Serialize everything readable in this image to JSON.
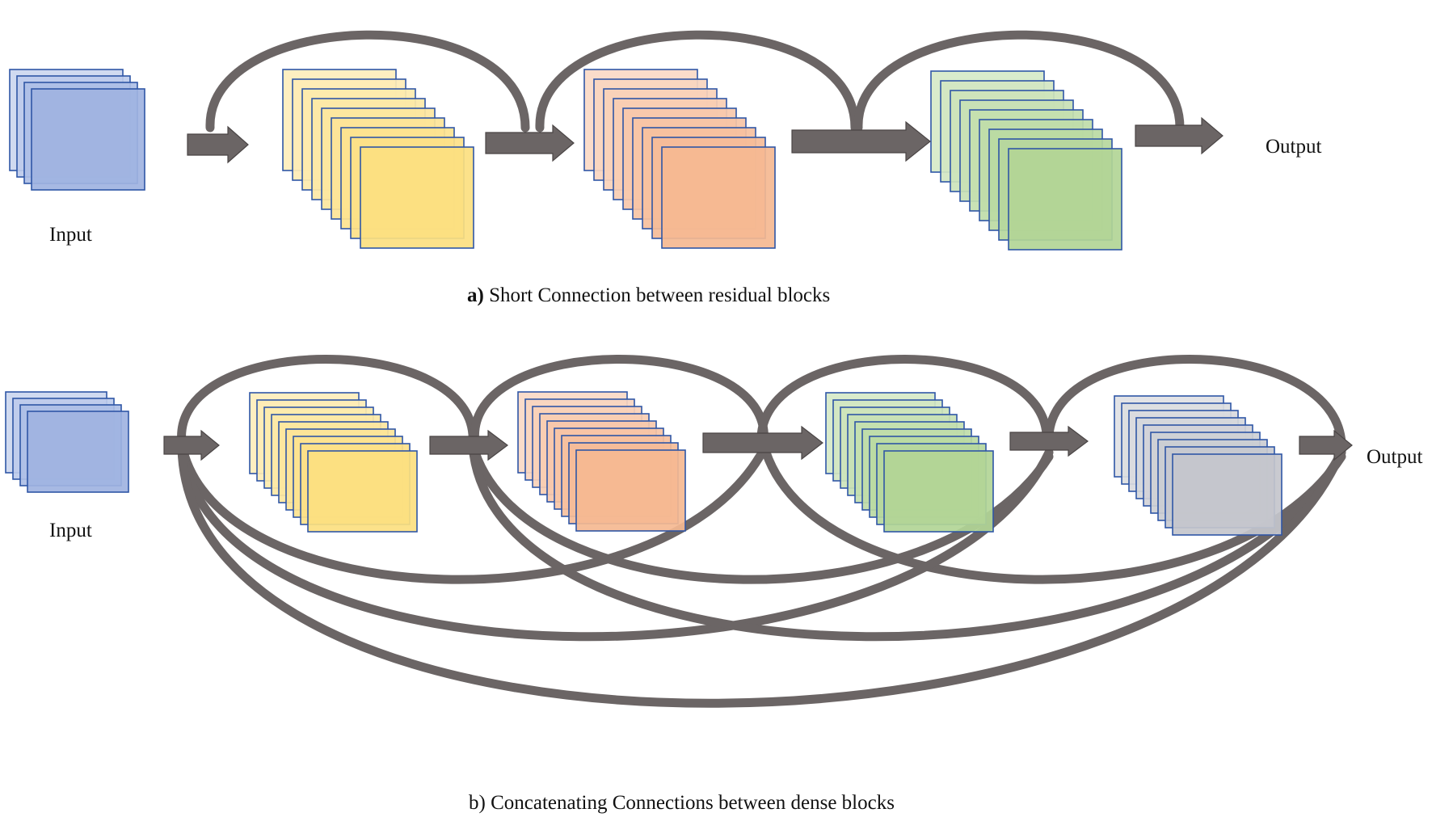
{
  "panel_a": {
    "input_label": "Input",
    "output_label": "Output",
    "caption_prefix": "a)",
    "caption_text": " Short Connection between residual blocks"
  },
  "panel_b": {
    "input_label": "Input",
    "output_label": "Output",
    "caption_text": "b) Concatenating Connections between dense blocks"
  },
  "colors": {
    "input_block": "#8ea6dc",
    "block_1": "#fcd96a",
    "block_2": "#f3ab7e",
    "block_3": "#a4cd84",
    "block_4": "#b9bcc3",
    "block_border": "#2f56a6",
    "arrow": "#6b6565",
    "connection": "#6b6565"
  }
}
